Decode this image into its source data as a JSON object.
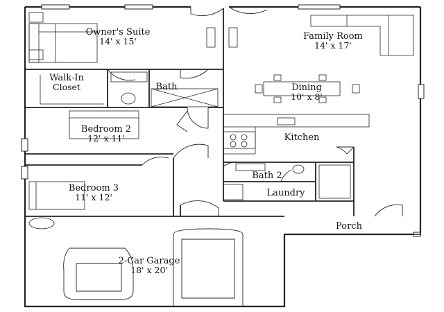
{
  "plan": {
    "rooms": [
      {
        "key": "owners_suite",
        "name": "Owner's Suite",
        "dims": "14' x 15'"
      },
      {
        "key": "family_room",
        "name": "Family Room",
        "dims": "14' x 17'"
      },
      {
        "key": "walk_in_closet",
        "name": "Walk-In Closet",
        "line1": "Walk-In",
        "line2": "Closet"
      },
      {
        "key": "bath",
        "name": "Bath"
      },
      {
        "key": "dining",
        "name": "Dining",
        "dims": "10' x 8'"
      },
      {
        "key": "bedroom_2",
        "name": "Bedroom 2",
        "dims": "12' x 11'"
      },
      {
        "key": "kitchen",
        "name": "Kitchen"
      },
      {
        "key": "bath_2",
        "name": "Bath 2"
      },
      {
        "key": "bedroom_3",
        "name": "Bedroom 3",
        "dims": "11' x 12'"
      },
      {
        "key": "laundry",
        "name": "Laundry"
      },
      {
        "key": "porch",
        "name": "Porch"
      },
      {
        "key": "garage",
        "name": "2-Car Garage",
        "dims": "18' x 20'"
      }
    ]
  }
}
